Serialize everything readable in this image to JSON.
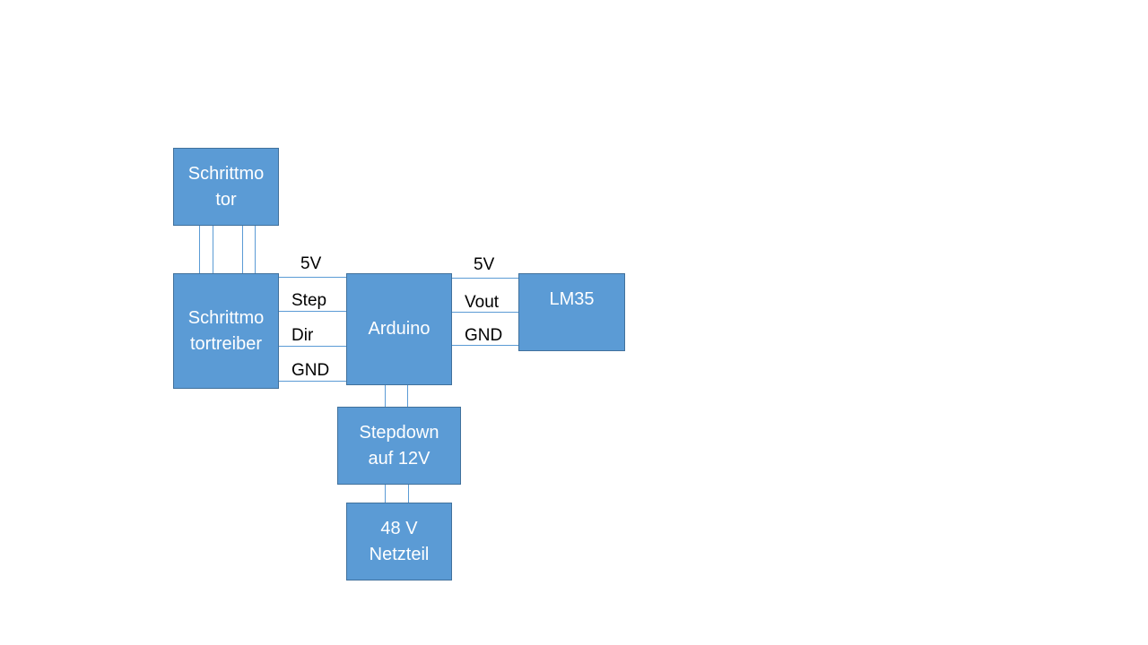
{
  "colors": {
    "box_fill": "#5b9bd5",
    "box_border": "#41719c",
    "wire": "#5b9bd5",
    "box_text": "#ffffff",
    "label_text": "#000000",
    "background": "#ffffff"
  },
  "blocks": {
    "motor": "Schrittmo\ntor",
    "driver": "Schrittmo\ntortreiber",
    "arduino": "Arduino",
    "lm35": "LM35",
    "stepdown": "Stepdown\nauf 12V",
    "psu": "48 V\nNetzteil"
  },
  "driver_arduino_signals": [
    "5V",
    "Step",
    "Dir",
    "GND"
  ],
  "arduino_lm35_signals": [
    "5V",
    "Vout",
    "GND"
  ]
}
